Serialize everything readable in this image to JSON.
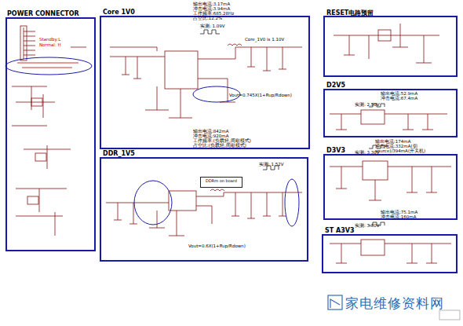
{
  "diagram": {
    "nodes": [
      {
        "text": [
          "POWER CONNECTOR"
        ]
      },
      {
        "text": [
          "Core 1V0"
        ]
      },
      {
        "text": [
          "RESET电路预留"
        ]
      },
      {
        "text": [
          "D2V5"
        ]
      },
      {
        "text": [
          "D3V3"
        ]
      },
      {
        "text": [
          "DDR_1V5"
        ]
      },
      {
        "text": [
          "ST A3V3"
        ]
      },
      {
        "text": [
          "DDRm on board"
        ],
        "in": 5
      }
    ],
    "labels": [
      "输出电流:3.17mA",
      "冲击电流:3.94mA",
      "工作频率:685.28Hz",
      "占空比:12.2%",
      "实测: 1.09V",
      "Core_1V0 is 1.10V",
      "Vout=0.745X(1+Rup/Rdown)",
      "Standby:L",
      "Normal: H",
      "输出电流:52.9mA",
      "冲击电流:67.4mA",
      "实测: 2.50V",
      "输出电流:174mA",
      "冲击电流:332mA(切source)/394mA(开关机)",
      "实测: 3.30V",
      "输出电流:842mA",
      "冲击电流:920mA",
      "工作频率:(负载轻,间歇模式)",
      "占空比:(负载轻,间歇模式)",
      "实测: 1.52V",
      "Vout=0.6X(1+Rup/Rdown)",
      "输出电流:75.1mA",
      "冲击电流:160mA",
      "实测: 3.30V",
      "家电维修资料网"
    ]
  }
}
